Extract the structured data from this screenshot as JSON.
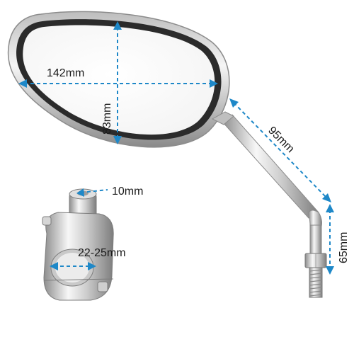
{
  "dimensions": {
    "mirror_width": "142mm",
    "mirror_height": "83mm",
    "arm_length": "95mm",
    "stem_height": "65mm",
    "bolt_diameter": "10mm",
    "clamp_range": "22-25mm"
  },
  "colors": {
    "dimension_line": "#1e88c8",
    "chrome_light": "#f4f4f4",
    "chrome_dark": "#9a9a9a",
    "mirror_rim": "#2b2b2b",
    "label_text": "#1a1a1a"
  }
}
